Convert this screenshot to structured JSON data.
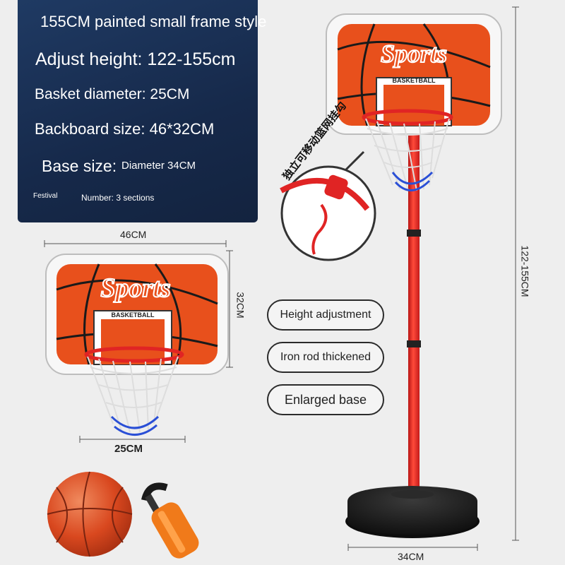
{
  "specs": {
    "title": "155CM painted small frame style",
    "adjust_height": "Adjust height: 122-155cm",
    "basket_diameter": "Basket diameter: 25CM",
    "backboard_size": "Backboard size: 46*32CM",
    "base_size_label": "Base size:",
    "base_size_value": "Diameter 34CM",
    "festival": "Festival",
    "number": "Number: 3 sections"
  },
  "features": {
    "height_adjustment": "Height adjustment",
    "iron_rod": "Iron rod thickened",
    "enlarged_base": "Enlarged base"
  },
  "dimensions": {
    "board_width": "46CM",
    "board_height": "32CM",
    "hoop_diameter": "25CM",
    "total_height": "122-155CM",
    "base_width": "34CM"
  },
  "backboard": {
    "logo": "Sports",
    "label": "BASKETBALL"
  },
  "callout": {
    "text": "独立可移动篮网挂勾"
  },
  "colors": {
    "panel": "#1b3154",
    "board_orange": "#e8501c",
    "pole_red": "#e02424",
    "base_black": "#1a1a1a"
  }
}
